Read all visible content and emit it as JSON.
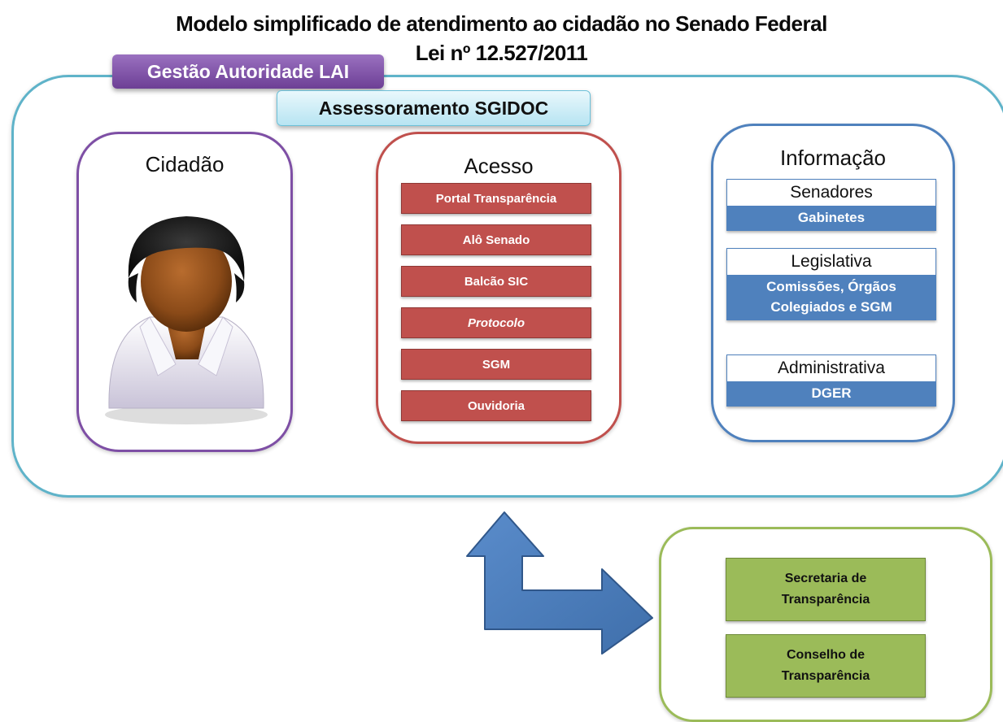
{
  "title": {
    "line1": "Modelo simplificado de atendimento ao cidadão no Senado Federal",
    "line2": "Lei nº 12.527/2011"
  },
  "labels": {
    "gestao": "Gestão Autoridade LAI",
    "assessoramento": "Assessoramento SGIDOC"
  },
  "cidadao": {
    "title": "Cidadão",
    "icon": "person-icon"
  },
  "acesso": {
    "title": "Acesso",
    "items": [
      "Portal Transparência",
      "Alô Senado",
      "Balcão SIC",
      "Protocolo",
      "SGM",
      "Ouvidoria"
    ]
  },
  "informacao": {
    "title": "Informação",
    "groups": [
      {
        "head": "Senadores",
        "body": [
          "Gabinetes"
        ]
      },
      {
        "head": "Legislativa",
        "body": [
          "Comissões, Órgãos",
          "Colegiados e SGM"
        ]
      },
      {
        "head": "Administrativa",
        "body": [
          "DGER"
        ]
      }
    ]
  },
  "transparencia": {
    "items": [
      [
        "Secretaria de",
        "Transparência"
      ],
      [
        "Conselho de",
        "Transparência"
      ]
    ]
  },
  "colors": {
    "outer": "#5fb3c9",
    "purple": "#7e4fa5",
    "red": "#c0504d",
    "blue": "#4f81bd",
    "green": "#9bbb59"
  },
  "arrow_icon": "bent-double-arrow-icon"
}
